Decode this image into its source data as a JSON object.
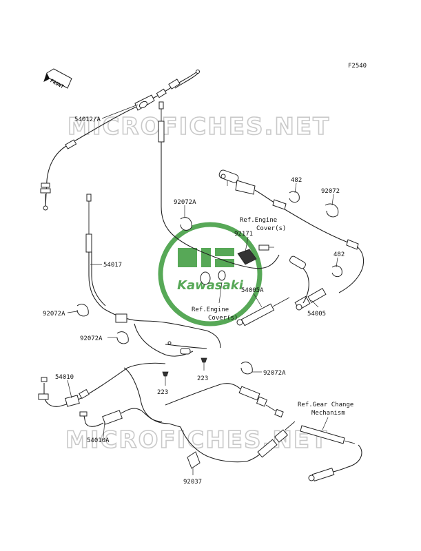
{
  "figure_code": "F2540",
  "front_label": "FRONT",
  "watermark_text": "MICROFICHES.NET",
  "logo_text": "Kawasaki",
  "logo_color": "#3a9a3a",
  "callouts": {
    "c54012a": "54012/A",
    "c54017": "54017",
    "c92072a_1": "92072A",
    "c92072a_2": "92072A",
    "c92072a_3": "92072A",
    "c92072a_4": "92072A",
    "c92171": "92171",
    "c482_1": "482",
    "c482_2": "482",
    "c92072": "92072",
    "c54005a": "54005A",
    "c54005": "54005",
    "c54010": "54010",
    "c54010a": "54010A",
    "c223_1": "223",
    "c223_2": "223",
    "c92037": "92037"
  },
  "references": {
    "engine_cover_1_line1": "Ref.Engine",
    "engine_cover_1_line2": "Cover(s)",
    "engine_cover_2_line1": "Ref.Engine",
    "engine_cover_2_line2": "Cover(s)",
    "gear_change_line1": "Ref.Gear Change",
    "gear_change_line2": "Mechanism"
  }
}
